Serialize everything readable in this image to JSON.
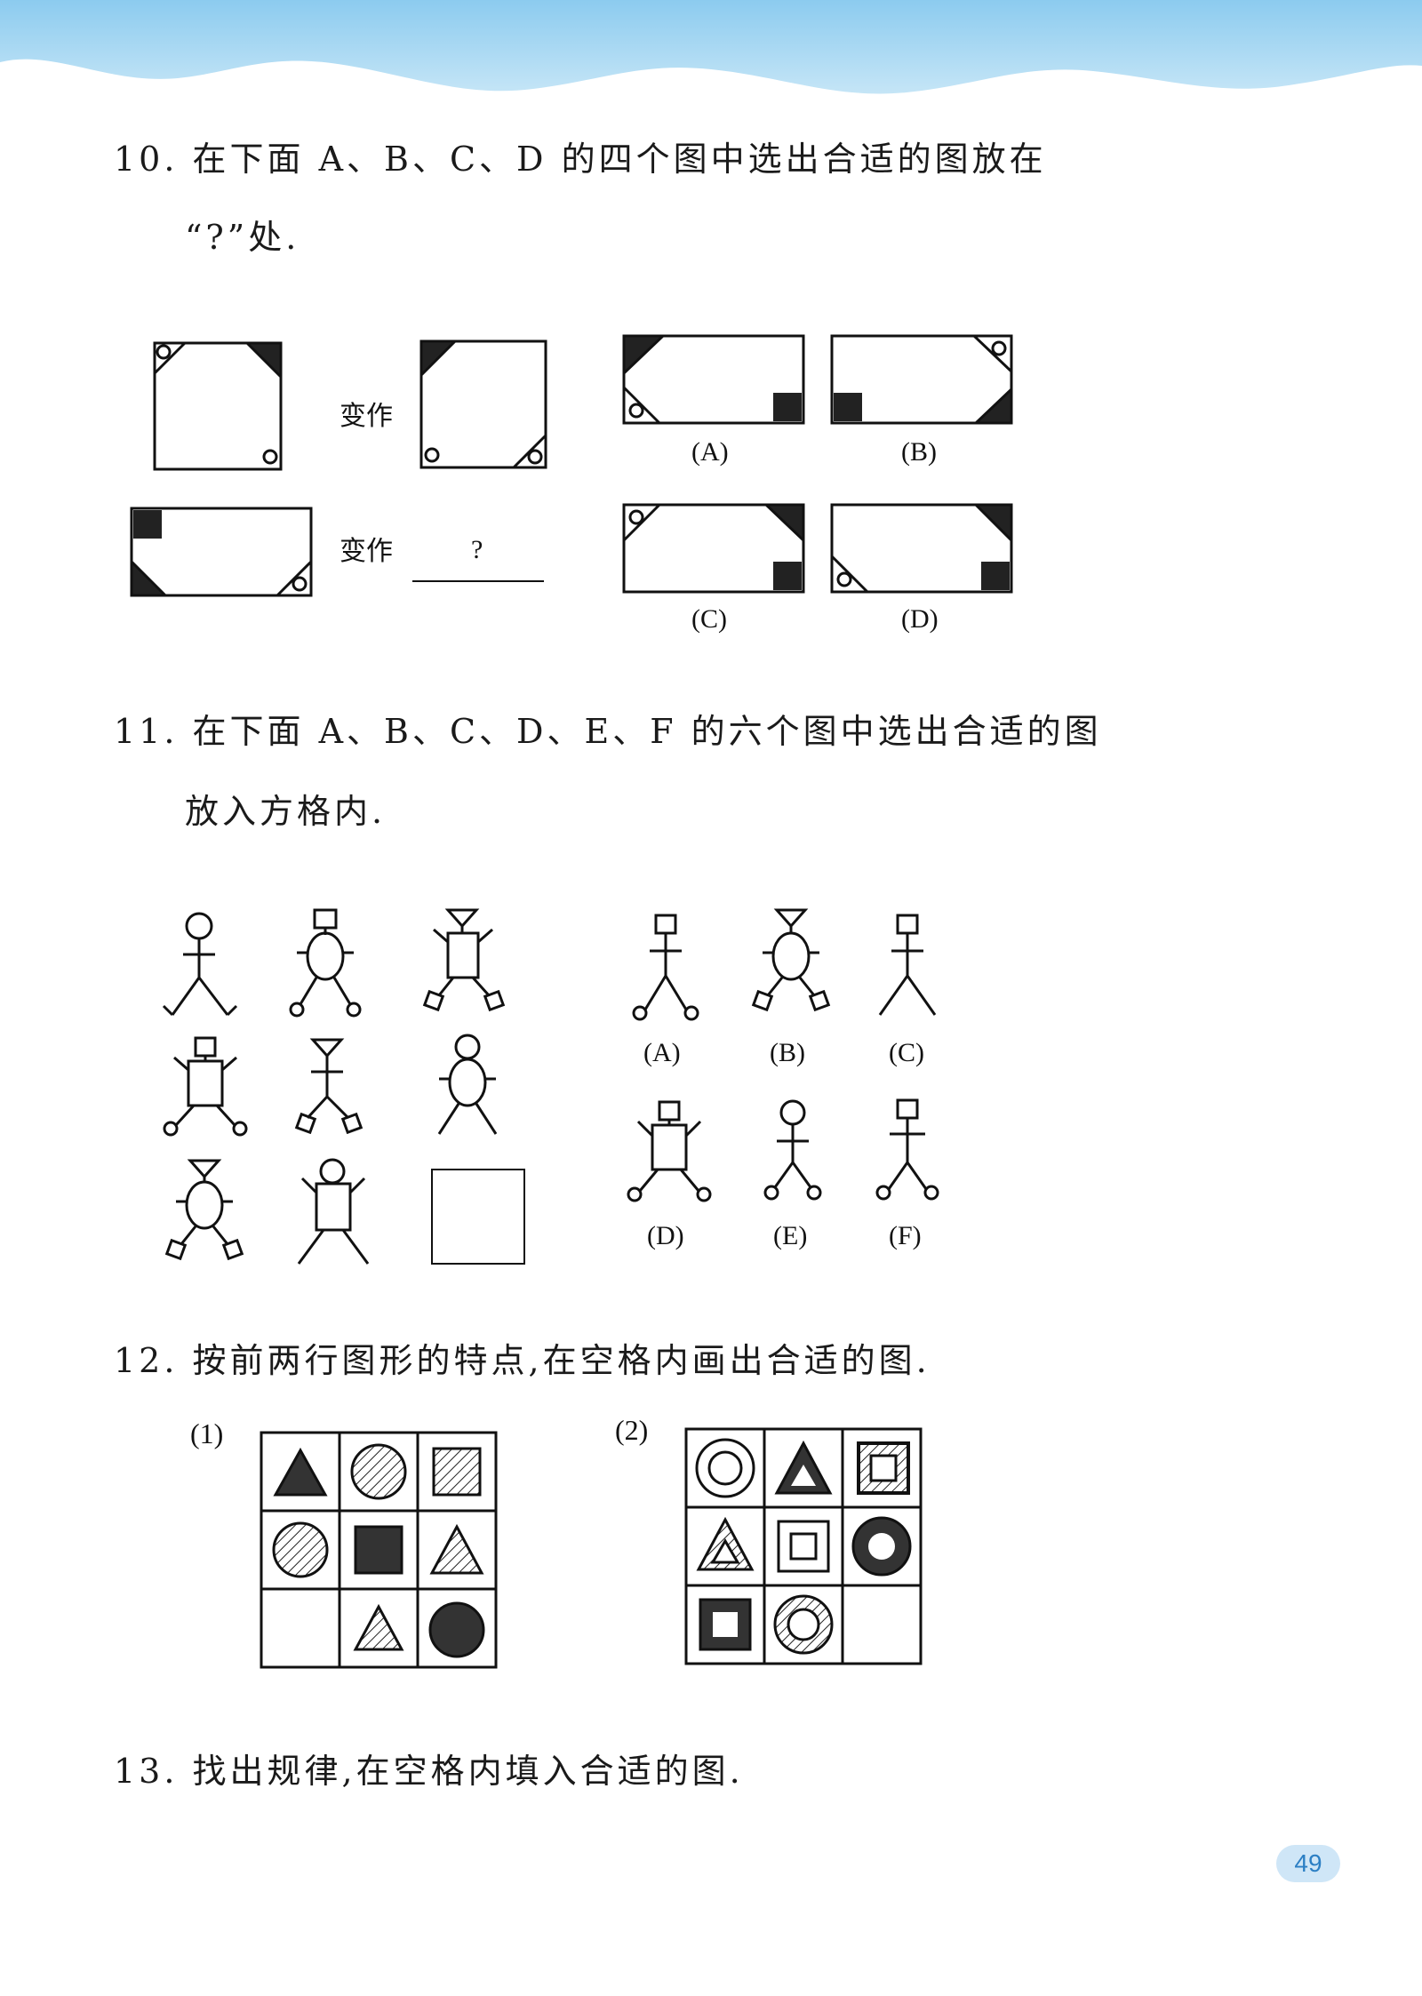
{
  "page_number": "49",
  "q10": {
    "line1": "10. 在下面 A、B、C、D 的四个图中选出合适的图放在",
    "line2": "“?”处.",
    "becomes_1": "变作",
    "becomes_2": "变作",
    "question_mark": "?",
    "opt_a": "(A)",
    "opt_b": "(B)",
    "opt_c": "(C)",
    "opt_d": "(D)"
  },
  "q11": {
    "line1": "11. 在下面 A、B、C、D、E、F 的六个图中选出合适的图",
    "line2": "放入方格内.",
    "opt_a": "(A)",
    "opt_b": "(B)",
    "opt_c": "(C)",
    "opt_d": "(D)",
    "opt_e": "(E)",
    "opt_f": "(F)"
  },
  "q12": {
    "line1": "12. 按前两行图形的特点,在空格内画出合适的图.",
    "part1": "(1)",
    "part2": "(2)"
  },
  "q13": {
    "line1": "13. 找出规律,在空格内填入合适的图."
  },
  "colors": {
    "header_sky": "#a9d6f0",
    "page_badge_bg": "#cfe6f7",
    "page_badge_text": "#2c7fc4"
  }
}
